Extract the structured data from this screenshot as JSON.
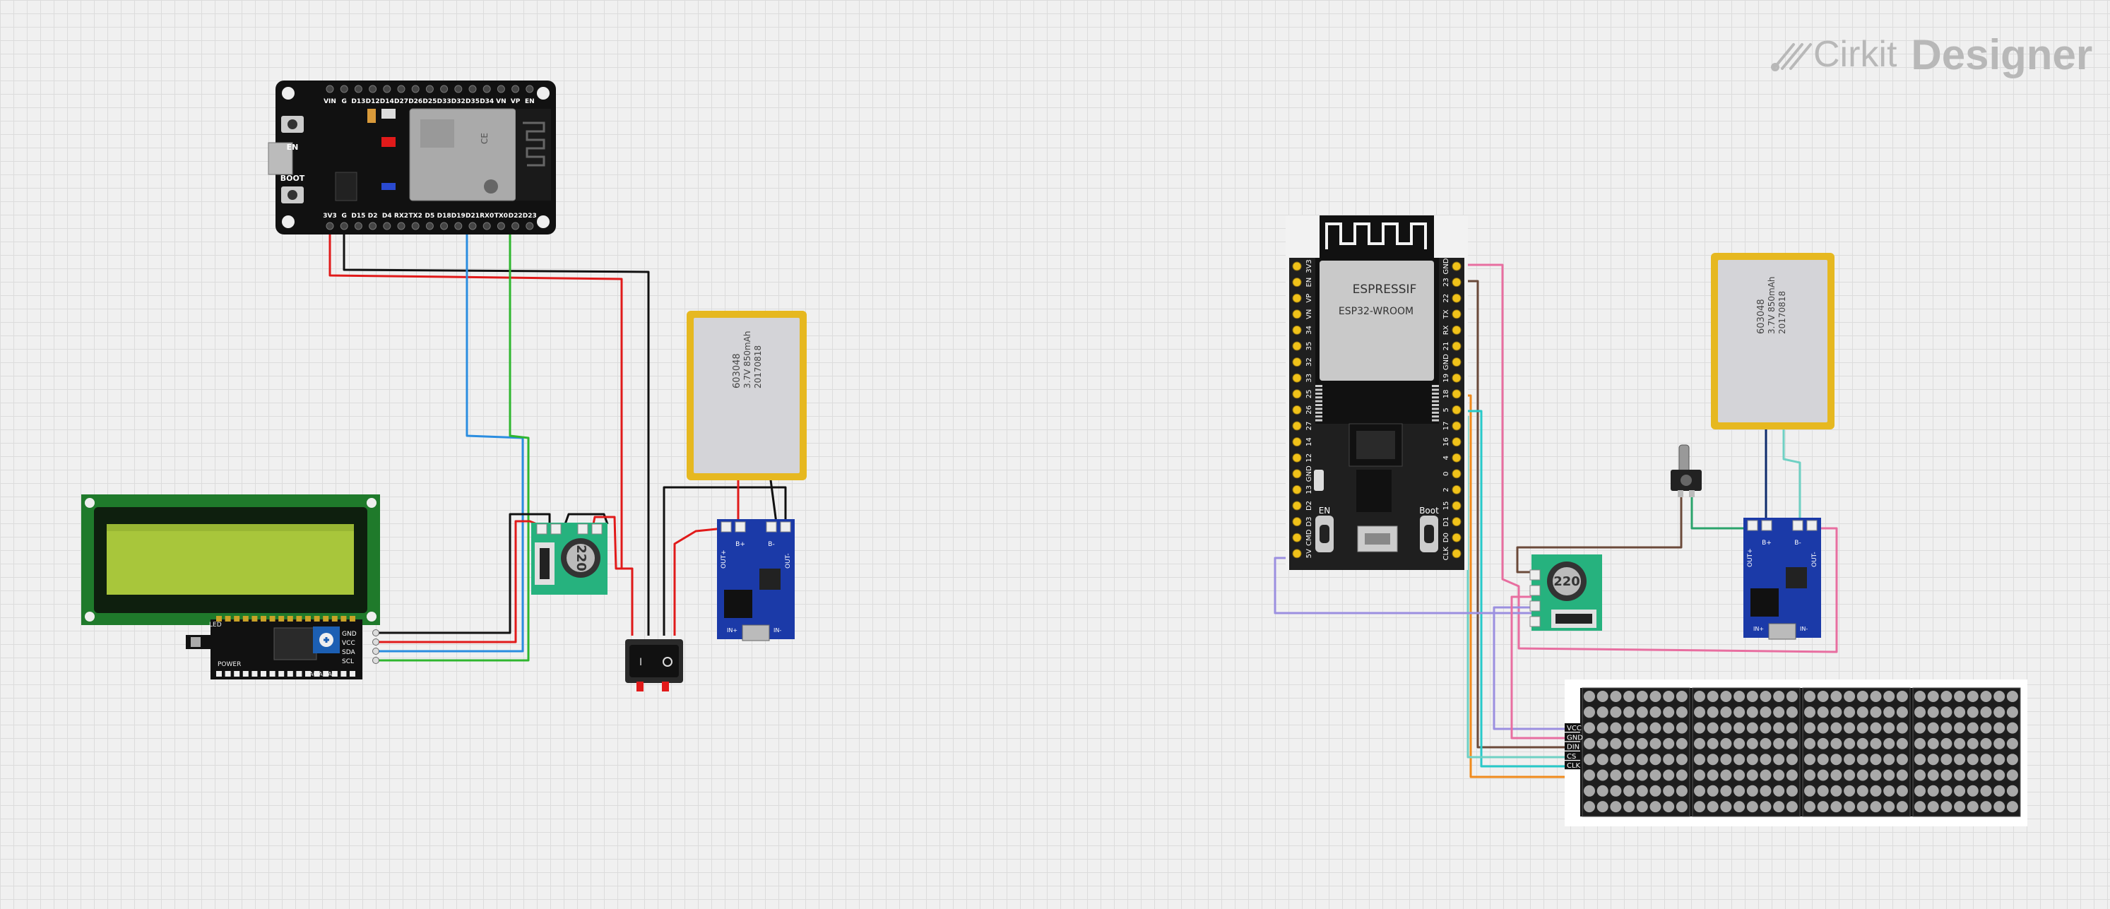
{
  "app": {
    "logo_brand": "Cirkit",
    "logo_product": "Designer"
  },
  "colors": {
    "background": "#f0f0f0",
    "grid": "#dcdcdc",
    "wire_red": "#e11a1a",
    "wire_black": "#111111",
    "wire_blue": "#2a8de0",
    "wire_green": "#2fb62f",
    "wire_pink": "#e86ea0",
    "wire_brown": "#6b4a3a",
    "wire_orange": "#f08a1c",
    "wire_cyan": "#27c9c9",
    "wire_purple": "#9b8fe0",
    "wire_teal": "#6fd1c4",
    "wire_darkgreen": "#2aa36b",
    "wire_navy": "#0d2a6b"
  },
  "left_circuit": {
    "esp32_devkit": {
      "top_pins": [
        "VIN",
        "G",
        "D13",
        "D12",
        "D14",
        "D27",
        "D26",
        "D25",
        "D33",
        "D32",
        "D35",
        "D34",
        "VN",
        "VP",
        "EN"
      ],
      "bottom_pins": [
        "3V3",
        "G",
        "D15",
        "D2",
        "D4",
        "RX2",
        "TX2",
        "D5",
        "D18",
        "D19",
        "D21",
        "RX0",
        "TX0",
        "D22",
        "D23"
      ],
      "btn_en": "EN",
      "btn_boot": "BOOT"
    },
    "lcd_i2c_pins": [
      "GND",
      "VCC",
      "SDA",
      "SCL"
    ],
    "lcd_i2c_labels": [
      "LED",
      "POWER",
      "A0 A1 A2"
    ],
    "buck_inductor": "220",
    "charger_labels": [
      "OUT+",
      "B+",
      "B-",
      "OUT-",
      "IN+",
      "IN-"
    ],
    "battery_labels": [
      "603048",
      "3.7V 850mAh",
      "20170818"
    ]
  },
  "right_circuit": {
    "esp32_module": {
      "brand": "ESPRESSIF",
      "model": "ESP32-WROOM",
      "left_pins": [
        "3V3",
        "EN",
        "VP",
        "VN",
        "34",
        "35",
        "32",
        "33",
        "25",
        "26",
        "27",
        "14",
        "12",
        "GND",
        "13",
        "D2",
        "D3",
        "CMD",
        "5V"
      ],
      "right_pins": [
        "GND",
        "23",
        "22",
        "TX",
        "RX",
        "21",
        "GND",
        "19",
        "18",
        "5",
        "17",
        "16",
        "4",
        "0",
        "2",
        "15",
        "D1",
        "D0",
        "CLK"
      ],
      "btn_en": "EN",
      "btn_boot": "Boot"
    },
    "buck_inductor": "220",
    "matrix_pins": [
      "VCC",
      "GND",
      "DIN",
      "CS",
      "CLK"
    ],
    "charger_labels": [
      "OUT+",
      "B+",
      "B-",
      "OUT-",
      "IN+",
      "IN-"
    ],
    "battery_labels": [
      "603048",
      "3.7V 850mAh",
      "20170818"
    ]
  }
}
